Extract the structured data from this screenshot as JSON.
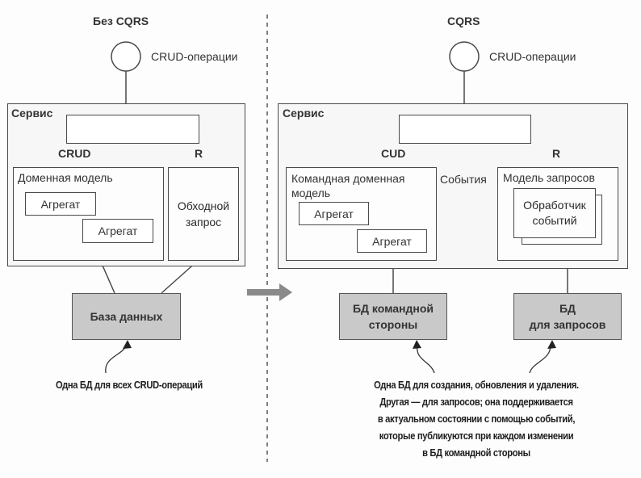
{
  "left": {
    "title": "Без CQRS",
    "client_label": "CRUD-операции",
    "service_label": "Сервис",
    "edge_left_label": "CRUD",
    "edge_right_label": "R",
    "domain_model_label": "Доменная модель",
    "aggregates": [
      "Агрегат",
      "Агрегат"
    ],
    "bypass_query_lines": [
      "Обходной",
      "запрос"
    ],
    "database_label": "База данных",
    "note": "Одна БД для всех CRUD-операций"
  },
  "right": {
    "title": "CQRS",
    "client_label": "CRUD-операции",
    "service_label": "Сервис",
    "edge_left_label": "CUD",
    "edge_right_label": "R",
    "command_model_lines": [
      "Командная доменная",
      "модель"
    ],
    "aggregates": [
      "Агрегат",
      "Агрегат"
    ],
    "events_label": "События",
    "query_model_label": "Модель запросов",
    "event_handler_lines": [
      "Обработчик",
      "событий"
    ],
    "command_db_lines": [
      "БД командной",
      "стороны"
    ],
    "query_db_lines": [
      "БД",
      "для запросов"
    ],
    "note_lines": [
      "Одна БД для создания, обновления и удаления.",
      "Другая — для запросов; она поддерживается",
      "в актуальном состоянии с помощью событий,",
      "которые публикуются при каждом изменении",
      "в БД командной стороны"
    ]
  },
  "colors": {
    "line": "#4a4a4a",
    "database_fill": "#c9c9c9",
    "transition_arrow": "#8a8a8a",
    "event_triangle": "#bdbdbd"
  }
}
